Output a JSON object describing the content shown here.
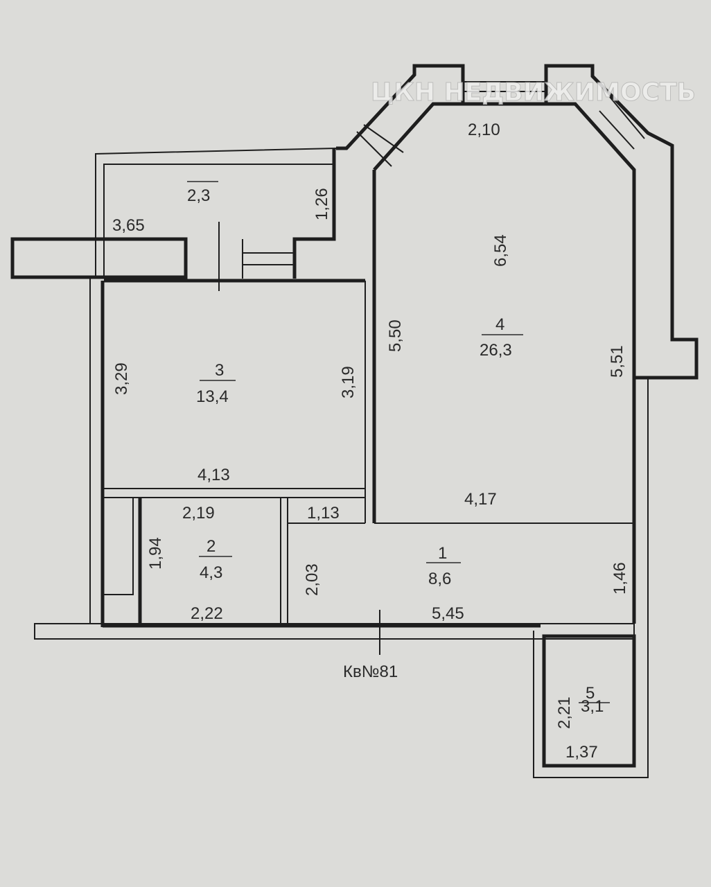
{
  "watermark": "ЦКН НЕДВИЖИМОСТЬ",
  "apartment_label": "Кв№81",
  "rooms": [
    {
      "number": "1",
      "area": "8,6",
      "dims": [
        "1,13",
        "2,03",
        "5,45",
        "1,46"
      ]
    },
    {
      "number": "2",
      "area": "4,3",
      "dims": [
        "2,19",
        "1,94",
        "2,22"
      ]
    },
    {
      "number": "3",
      "area": "13,4",
      "dims": [
        "3,29",
        "3,19",
        "4,13"
      ]
    },
    {
      "number": "4",
      "area": "26,3",
      "dims": [
        "2,10",
        "6,54",
        "5,50",
        "5,51",
        "4,17"
      ]
    },
    {
      "number": "5",
      "area": "3,1",
      "dims": [
        "2,21",
        "1,37"
      ]
    }
  ],
  "balcony": {
    "area": "2,3",
    "dims": [
      "3,65",
      "1,26"
    ]
  },
  "colors": {
    "paper": "#dcdcd9",
    "ink": "#1e1e1e"
  }
}
